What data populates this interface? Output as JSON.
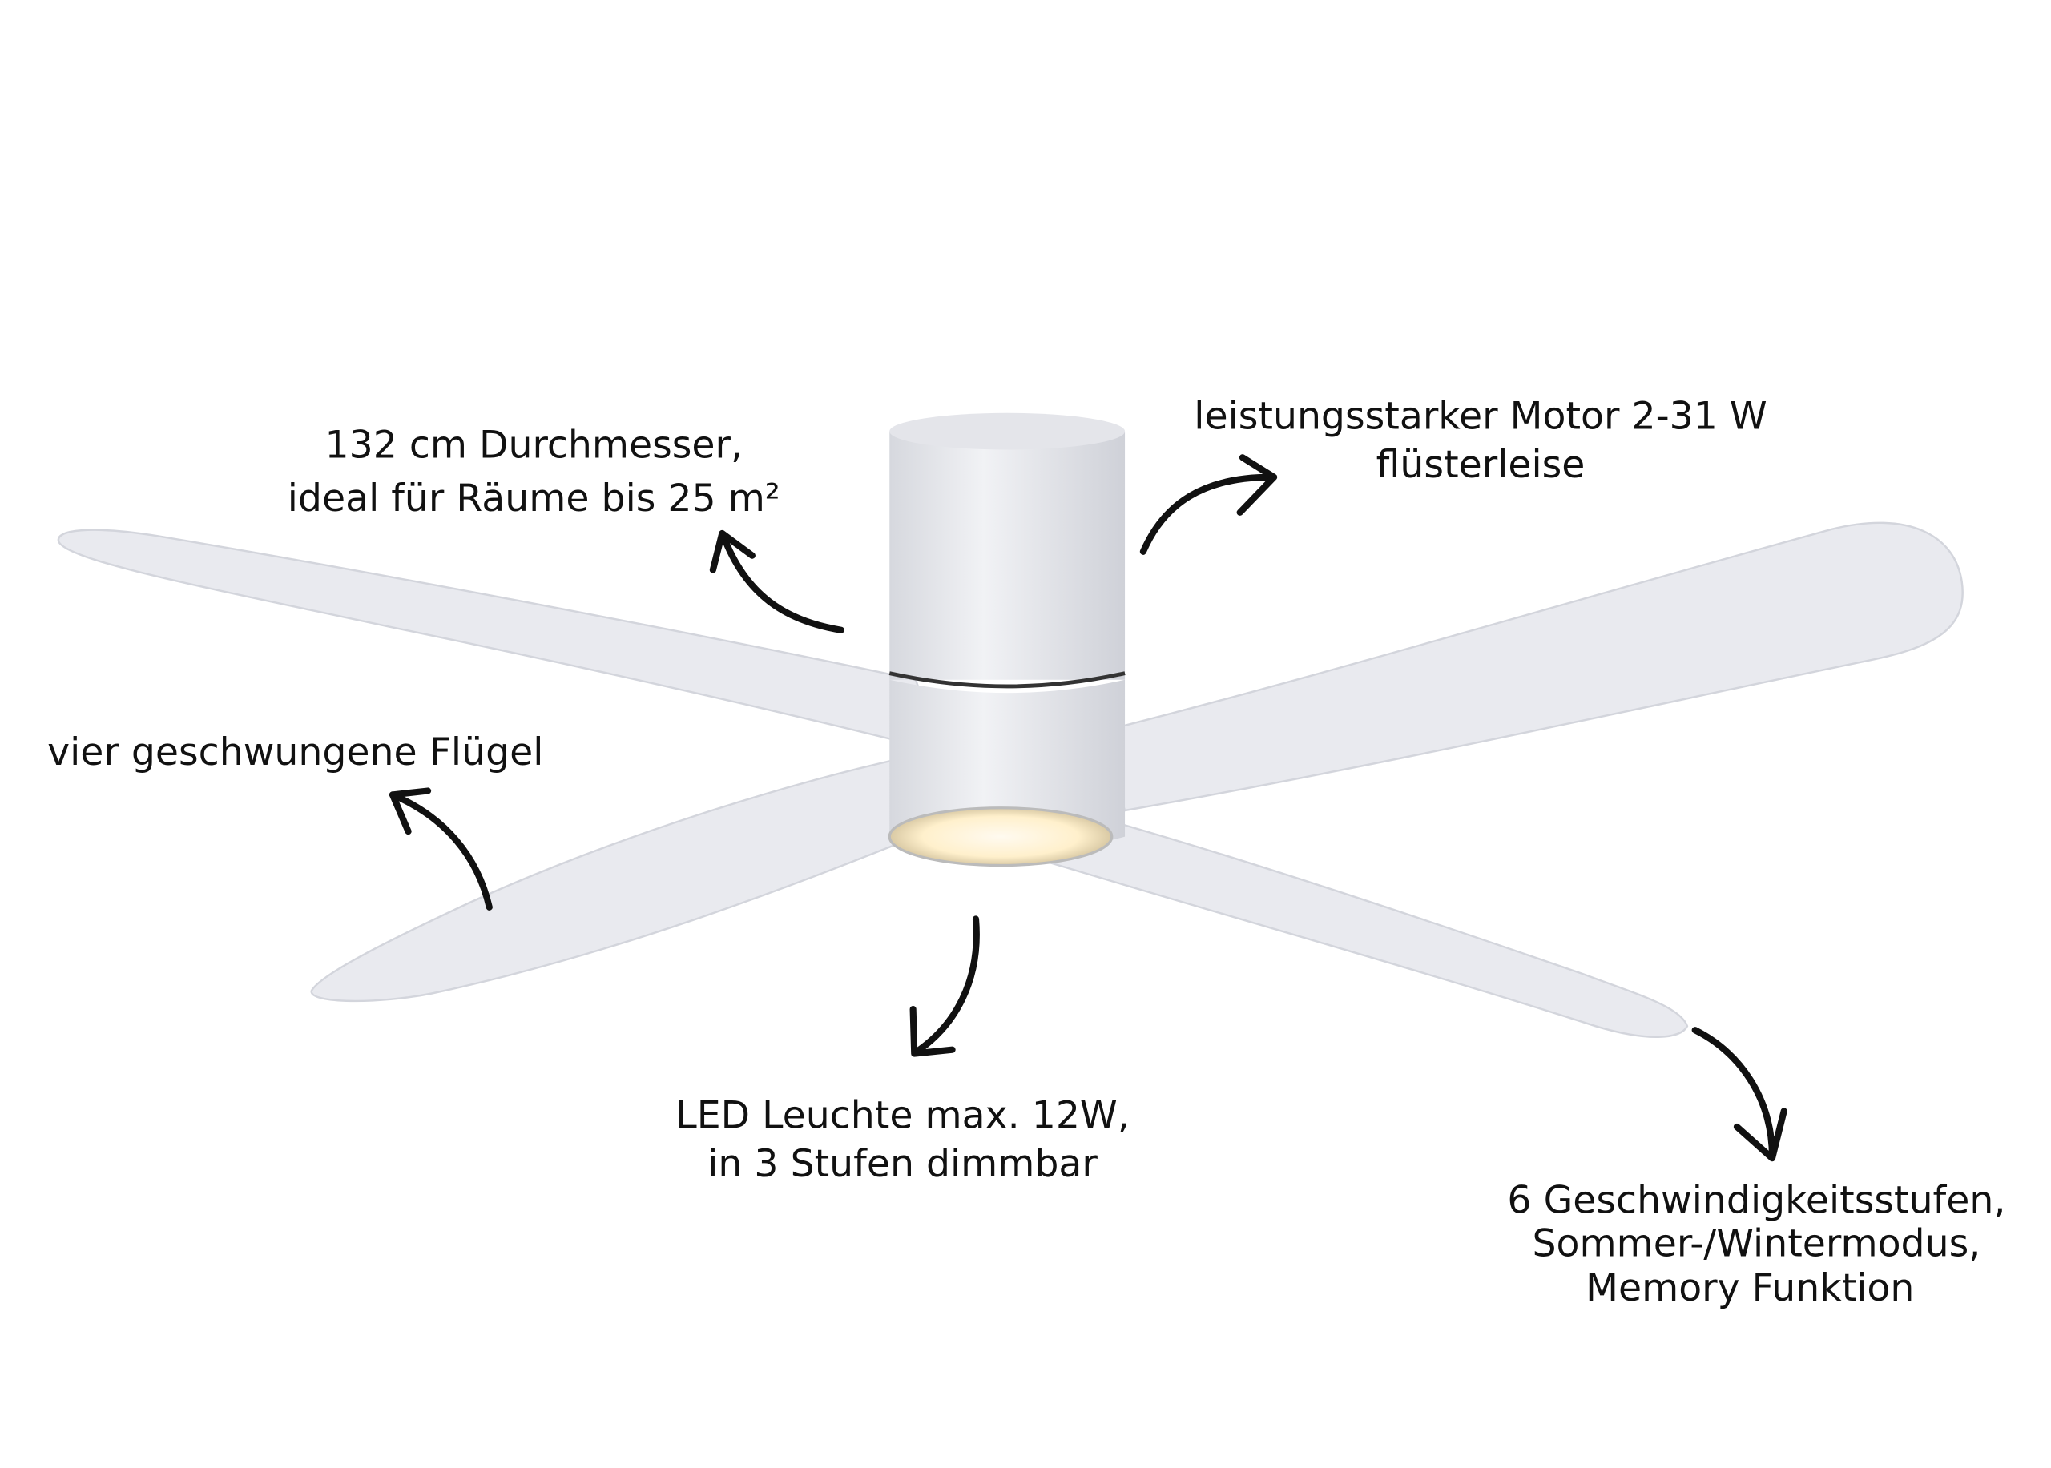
{
  "annotations": {
    "diameter": [
      "132 cm Durchmesser,",
      "ideal für Räume bis 25 m²"
    ],
    "motor": [
      "leistungsstarker Motor 2-31 W",
      "flüsterleise"
    ],
    "blades": [
      "vier geschwungene Flügel"
    ],
    "led": [
      "LED Leuchte max. 12W,",
      "in 3 Stufen dimmbar"
    ],
    "speeds": [
      "6 Geschwindigkeitsstufen,",
      "Sommer-/Wintermodus,",
      "Memory Funktion"
    ]
  },
  "colors": {
    "fan": "#e9eaef",
    "text": "#111111",
    "light": "#fff3d6"
  }
}
